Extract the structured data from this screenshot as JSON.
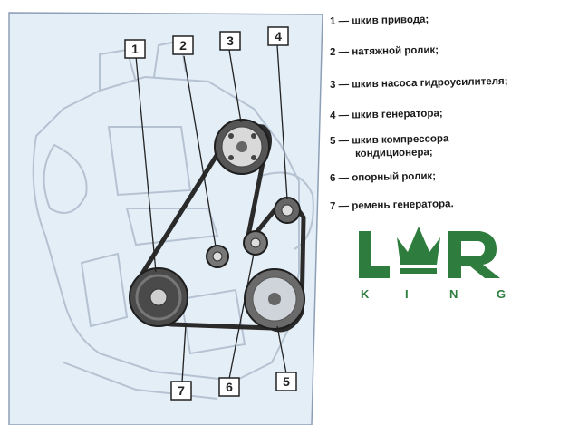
{
  "callouts": [
    "1",
    "2",
    "3",
    "4",
    "5",
    "6",
    "7"
  ],
  "legend": [
    "1 — шкив привода;",
    "2 — натяжной ролик;",
    "3 — шкив насоса гидроусилителя;",
    "4 — шкив генератора;",
    "5 — шкив компрессора",
    "кондиционера;",
    "6 — опорный ролик;",
    "7 — ремень генератора."
  ],
  "logo": {
    "top": "LR",
    "bottom": "KING",
    "color": "#2e7d3e"
  },
  "colors": {
    "panel": "#e4eef7",
    "frame": "#8d9fb6",
    "belt": "#2a2a2a",
    "leader": "#222222",
    "engine_line": "#b5c2d2"
  }
}
